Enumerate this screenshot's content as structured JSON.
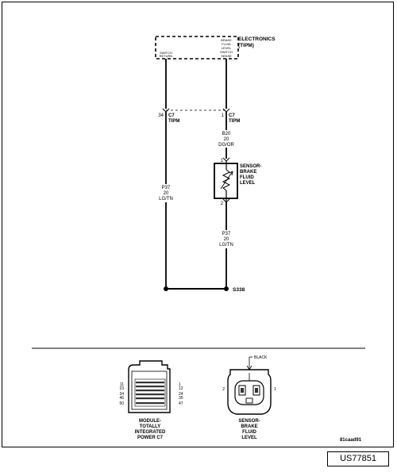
{
  "module": {
    "title_line1": "ELECTRONICS",
    "title_line2": "(TIPM)",
    "pin_left_line1": "SWITCH",
    "pin_left_line2": "RETURN",
    "pin_right_line1": "BRAKE",
    "pin_right_line2": "FLUID",
    "pin_right_line3": "LEVEL",
    "pin_right_line4": "SWITCH",
    "pin_right_line5": "SENSE"
  },
  "connector_c7": {
    "left_pin": "34",
    "right_pin": "1",
    "name": "C7",
    "location": "TIPM"
  },
  "wire_b20": {
    "circuit": "B20",
    "gauge": "20",
    "color": "DG/OR"
  },
  "sensor": {
    "pin_top": "1",
    "pin_bottom": "2",
    "label_line1": "SENSOR-",
    "label_line2": "BRAKE",
    "label_line3": "FLUID",
    "label_line4": "LEVEL"
  },
  "wire_p37_left": {
    "circuit": "P37",
    "gauge": "20",
    "color": "LG/TN"
  },
  "wire_p37_right": {
    "circuit": "P37",
    "gauge": "20",
    "color": "LG/TN"
  },
  "splice": {
    "id": "S338"
  },
  "connector_views": {
    "tipm": {
      "left_pins": [
        "11",
        "23",
        "34",
        "46",
        "50"
      ],
      "right_pins": [
        "1",
        "12",
        "24",
        "35",
        "47"
      ],
      "label_line1": "MODULE-",
      "label_line2": "TOTALLY",
      "label_line3": "INTEGRATED",
      "label_line4": "POWER C7"
    },
    "sensor": {
      "color": "BLACK",
      "pin_left": "2",
      "pin_right": "1",
      "label_line1": "SENSOR-",
      "label_line2": "BRAKE",
      "label_line3": "FLUID",
      "label_line4": "LEVEL"
    }
  },
  "image_code": "81caad91",
  "diagram_id": "US77851"
}
